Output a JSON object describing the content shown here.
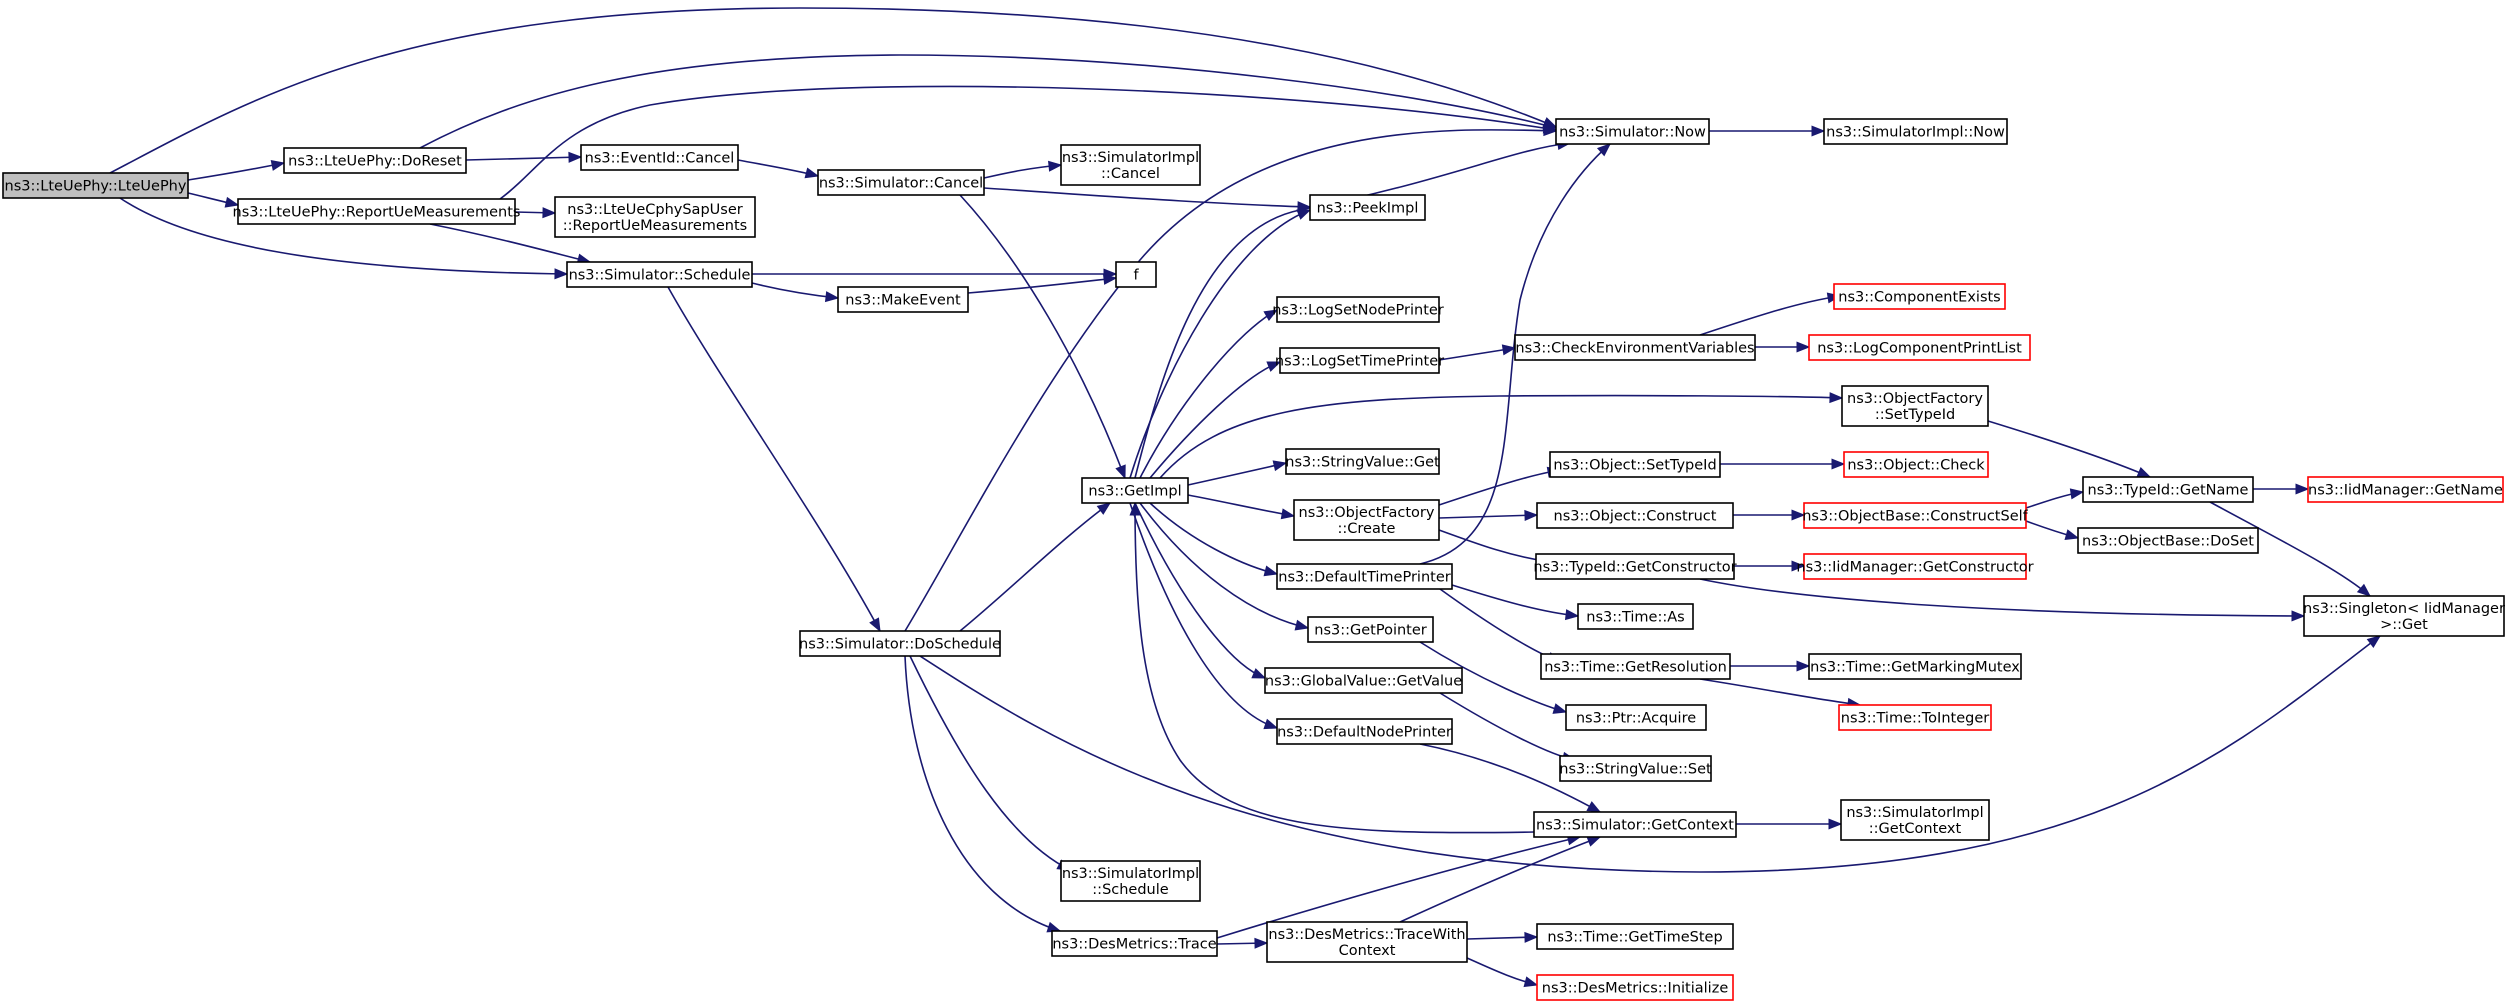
{
  "diagram": {
    "type": "call-graph",
    "colors": {
      "edge": "#191970",
      "root_fill": "#bfbfbf",
      "incomplete_border": "#ff0000",
      "node_border": "#000000"
    },
    "nodes": {
      "root": {
        "lines": [
          "ns3::LteUePhy::LteUePhy"
        ]
      },
      "doReset": {
        "lines": [
          "ns3::LteUePhy::DoReset"
        ]
      },
      "reportUe": {
        "lines": [
          "ns3::LteUePhy::ReportUeMeasurements"
        ]
      },
      "cphySap": {
        "lines": [
          "ns3::LteUeCphySapUser",
          "::ReportUeMeasurements"
        ]
      },
      "schedule": {
        "lines": [
          "ns3::Simulator::Schedule"
        ]
      },
      "eventCancel": {
        "lines": [
          "ns3::EventId::Cancel"
        ]
      },
      "simCancel": {
        "lines": [
          "ns3::Simulator::Cancel"
        ]
      },
      "implCancel": {
        "lines": [
          "ns3::SimulatorImpl",
          "::Cancel"
        ]
      },
      "peekImpl": {
        "lines": [
          "ns3::PeekImpl"
        ]
      },
      "f": {
        "lines": [
          "f"
        ]
      },
      "makeEvent": {
        "lines": [
          "ns3::MakeEvent"
        ]
      },
      "simNow": {
        "lines": [
          "ns3::Simulator::Now"
        ]
      },
      "implNow": {
        "lines": [
          "ns3::SimulatorImpl::Now"
        ]
      },
      "getImpl": {
        "lines": [
          "ns3::GetImpl"
        ]
      },
      "logSetNode": {
        "lines": [
          "ns3::LogSetNodePrinter"
        ]
      },
      "logSetTime": {
        "lines": [
          "ns3::LogSetTimePrinter"
        ]
      },
      "checkEnv": {
        "lines": [
          "ns3::CheckEnvironmentVariables"
        ]
      },
      "compExists": {
        "lines": [
          "ns3::ComponentExists"
        ]
      },
      "logCompPrint": {
        "lines": [
          "ns3::LogComponentPrintList"
        ]
      },
      "ofSetTypeId": {
        "lines": [
          "ns3::ObjectFactory",
          "::SetTypeId"
        ]
      },
      "stringGet": {
        "lines": [
          "ns3::StringValue::Get"
        ]
      },
      "ofCreate": {
        "lines": [
          "ns3::ObjectFactory",
          "::Create"
        ]
      },
      "objSetTypeId": {
        "lines": [
          "ns3::Object::SetTypeId"
        ]
      },
      "objCheck": {
        "lines": [
          "ns3::Object::Check"
        ]
      },
      "objConstruct": {
        "lines": [
          "ns3::Object::Construct"
        ]
      },
      "constructSelf": {
        "lines": [
          "ns3::ObjectBase::ConstructSelf"
        ]
      },
      "typeGetName": {
        "lines": [
          "ns3::TypeId::GetName"
        ]
      },
      "iidGetName": {
        "lines": [
          "ns3::IidManager::GetName"
        ]
      },
      "doSet": {
        "lines": [
          "ns3::ObjectBase::DoSet"
        ]
      },
      "getConstructor": {
        "lines": [
          "ns3::TypeId::GetConstructor"
        ]
      },
      "iidGetCons": {
        "lines": [
          "ns3::IidManager::GetConstructor"
        ]
      },
      "defaultTime": {
        "lines": [
          "ns3::DefaultTimePrinter"
        ]
      },
      "singleton": {
        "lines": [
          "ns3::Singleton< IidManager",
          " >::Get"
        ]
      },
      "timeAs": {
        "lines": [
          "ns3::Time::As"
        ]
      },
      "getPointer": {
        "lines": [
          "ns3::GetPointer"
        ]
      },
      "getResolution": {
        "lines": [
          "ns3::Time::GetResolution"
        ]
      },
      "markingMutex": {
        "lines": [
          "ns3::Time::GetMarkingMutex"
        ]
      },
      "toInteger": {
        "lines": [
          "ns3::Time::ToInteger"
        ]
      },
      "doSchedule": {
        "lines": [
          "ns3::Simulator::DoSchedule"
        ]
      },
      "gvGetValue": {
        "lines": [
          "ns3::GlobalValue::GetValue"
        ]
      },
      "ptrAcquire": {
        "lines": [
          "ns3::Ptr::Acquire"
        ]
      },
      "defaultNode": {
        "lines": [
          "ns3::DefaultNodePrinter"
        ]
      },
      "stringSet": {
        "lines": [
          "ns3::StringValue::Set"
        ]
      },
      "getContext": {
        "lines": [
          "ns3::Simulator::GetContext"
        ]
      },
      "implGetContext": {
        "lines": [
          "ns3::SimulatorImpl",
          "::GetContext"
        ]
      },
      "implSchedule": {
        "lines": [
          "ns3::SimulatorImpl",
          "::Schedule"
        ]
      },
      "desTrace": {
        "lines": [
          "ns3::DesMetrics::Trace"
        ]
      },
      "desTraceWith": {
        "lines": [
          "ns3::DesMetrics::TraceWith",
          "Context"
        ]
      },
      "getTimeStep": {
        "lines": [
          "ns3::Time::GetTimeStep"
        ]
      },
      "desInit": {
        "lines": [
          "ns3::DesMetrics::Initialize"
        ]
      }
    }
  }
}
